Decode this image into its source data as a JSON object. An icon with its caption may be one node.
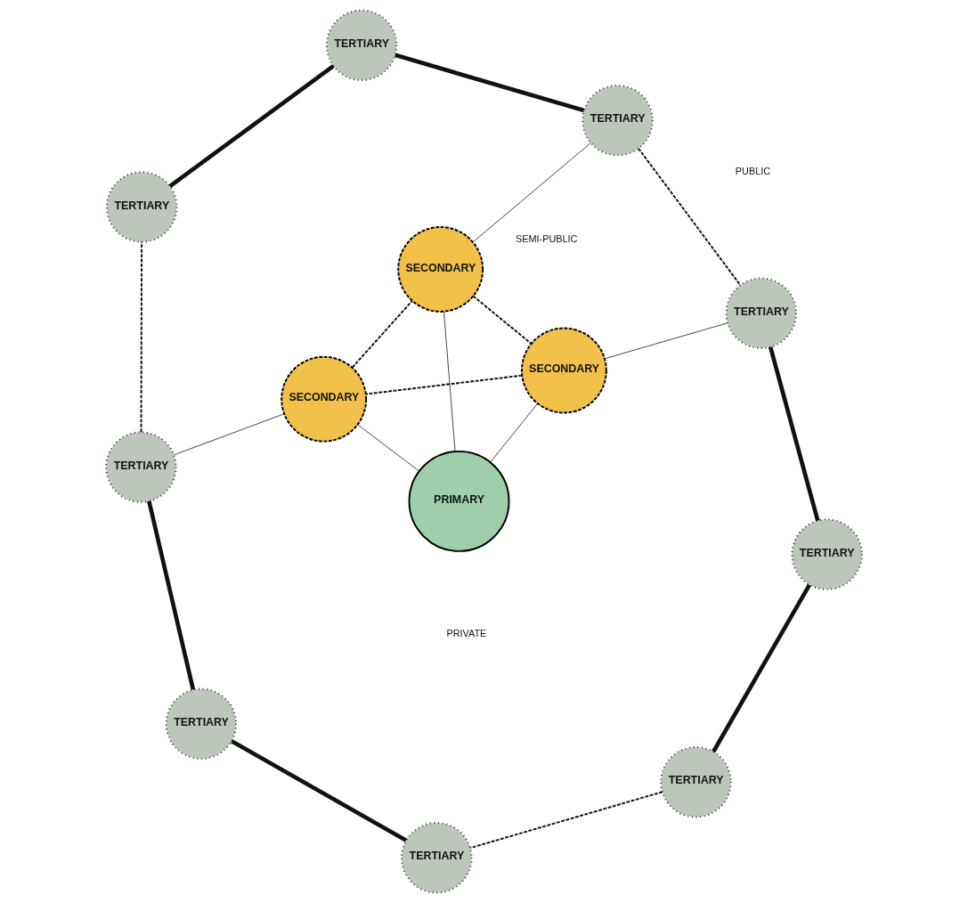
{
  "diagram": {
    "nodes": [
      {
        "text": [
          "PRIMARY"
        ]
      },
      {
        "text": [
          "SECONDARY"
        ]
      },
      {
        "text": [
          "SECONDARY"
        ]
      },
      {
        "text": [
          "SECONDARY"
        ]
      },
      {
        "text": [
          "TERTIARY"
        ]
      },
      {
        "text": [
          "TERTIARY"
        ]
      },
      {
        "text": [
          "TERTIARY"
        ]
      },
      {
        "text": [
          "TERTIARY"
        ]
      },
      {
        "text": [
          "TERTIARY"
        ]
      },
      {
        "text": [
          "TERTIARY"
        ]
      },
      {
        "text": [
          "TERTIARY"
        ]
      },
      {
        "text": [
          "TERTIARY"
        ]
      },
      {
        "text": [
          "TERTIARY"
        ]
      }
    ],
    "edges": [
      {
        "from": 0,
        "to": 1,
        "arrow": "none"
      },
      {
        "from": 0,
        "to": 2,
        "arrow": "none"
      },
      {
        "from": 0,
        "to": 3,
        "arrow": "none"
      },
      {
        "from": 1,
        "to": 4,
        "arrow": "none"
      },
      {
        "from": 2,
        "to": 7,
        "arrow": "none"
      },
      {
        "from": 3,
        "to": 10,
        "arrow": "none"
      },
      {
        "from": 4,
        "to": 5,
        "arrow": "none",
        "style": "thick"
      },
      {
        "from": 5,
        "to": 6,
        "arrow": "none",
        "style": "thick"
      },
      {
        "from": 7,
        "to": 8,
        "arrow": "none",
        "style": "thick"
      },
      {
        "from": 8,
        "to": 9,
        "arrow": "none",
        "style": "thick"
      },
      {
        "from": 10,
        "to": 11,
        "arrow": "none",
        "style": "thick"
      },
      {
        "from": 11,
        "to": 12,
        "arrow": "none",
        "style": "thick"
      },
      {
        "from": 1,
        "to": 2,
        "arrow": "none",
        "style": "dashed"
      },
      {
        "from": 2,
        "to": 3,
        "arrow": "none",
        "style": "dashed"
      },
      {
        "from": 3,
        "to": 1,
        "arrow": "none",
        "style": "dashed"
      },
      {
        "from": 4,
        "to": 7,
        "arrow": "none",
        "style": "dashed"
      },
      {
        "from": 9,
        "to": 12,
        "arrow": "none",
        "style": "dashed"
      },
      {
        "from": 10,
        "to": 6,
        "arrow": "none",
        "style": "dashed"
      }
    ],
    "labels": [
      "PUBLIC",
      "SEMI-PUBLIC",
      "PRIVATE"
    ]
  }
}
